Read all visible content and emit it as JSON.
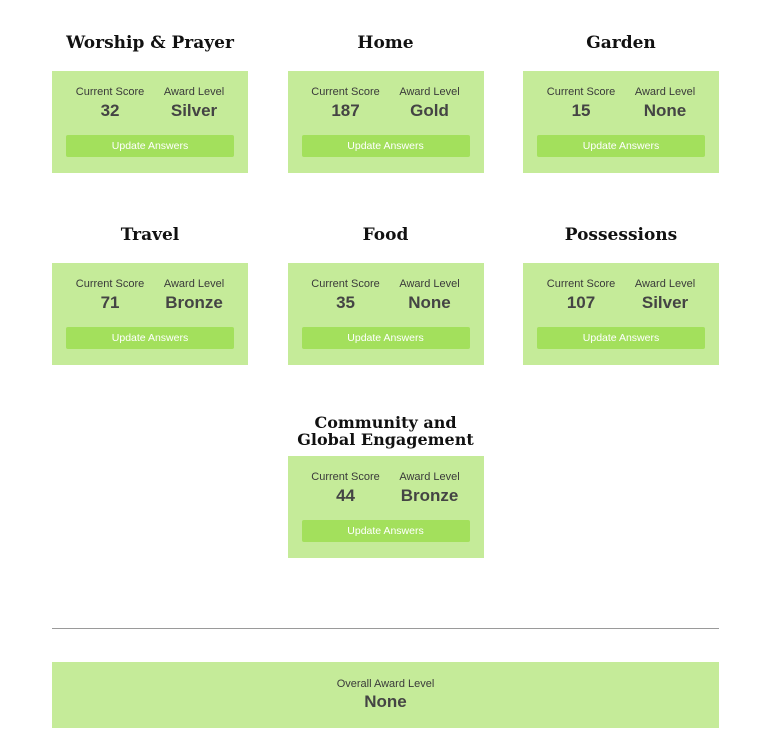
{
  "labels": {
    "current_score": "Current Score",
    "award_level": "Award Level",
    "update_button": "Update Answers"
  },
  "categories": [
    {
      "title": "Worship & Prayer",
      "score": "32",
      "award": "Silver"
    },
    {
      "title": "Home",
      "score": "187",
      "award": "Gold"
    },
    {
      "title": "Garden",
      "score": "15",
      "award": "None"
    },
    {
      "title": "Travel",
      "score": "71",
      "award": "Bronze"
    },
    {
      "title": "Food",
      "score": "35",
      "award": "None"
    },
    {
      "title": "Possessions",
      "score": "107",
      "award": "Silver"
    },
    {
      "title": "Community and Global Engagement",
      "score": "44",
      "award": "Bronze"
    }
  ],
  "overall": {
    "label": "Overall Award Level",
    "value": "None"
  },
  "colors": {
    "card_background": "#c5eb99",
    "button_background": "#a3e05c",
    "button_text": "#ffffff",
    "divider": "#9a9a9a"
  }
}
